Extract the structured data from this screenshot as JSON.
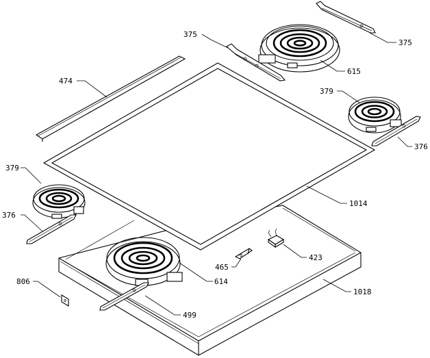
{
  "parts": [
    {
      "id": "p375a",
      "number": "375"
    },
    {
      "id": "p375b",
      "number": "375"
    },
    {
      "id": "p615",
      "number": "615"
    },
    {
      "id": "p474",
      "number": "474"
    },
    {
      "id": "p379a",
      "number": "379"
    },
    {
      "id": "p376a",
      "number": "376"
    },
    {
      "id": "p379b",
      "number": "379"
    },
    {
      "id": "p1014",
      "number": "1014"
    },
    {
      "id": "p376b",
      "number": "376"
    },
    {
      "id": "p423",
      "number": "423"
    },
    {
      "id": "p465",
      "number": "465"
    },
    {
      "id": "p806",
      "number": "806"
    },
    {
      "id": "p614",
      "number": "614"
    },
    {
      "id": "p1018",
      "number": "1018"
    },
    {
      "id": "p499",
      "number": "499"
    }
  ]
}
